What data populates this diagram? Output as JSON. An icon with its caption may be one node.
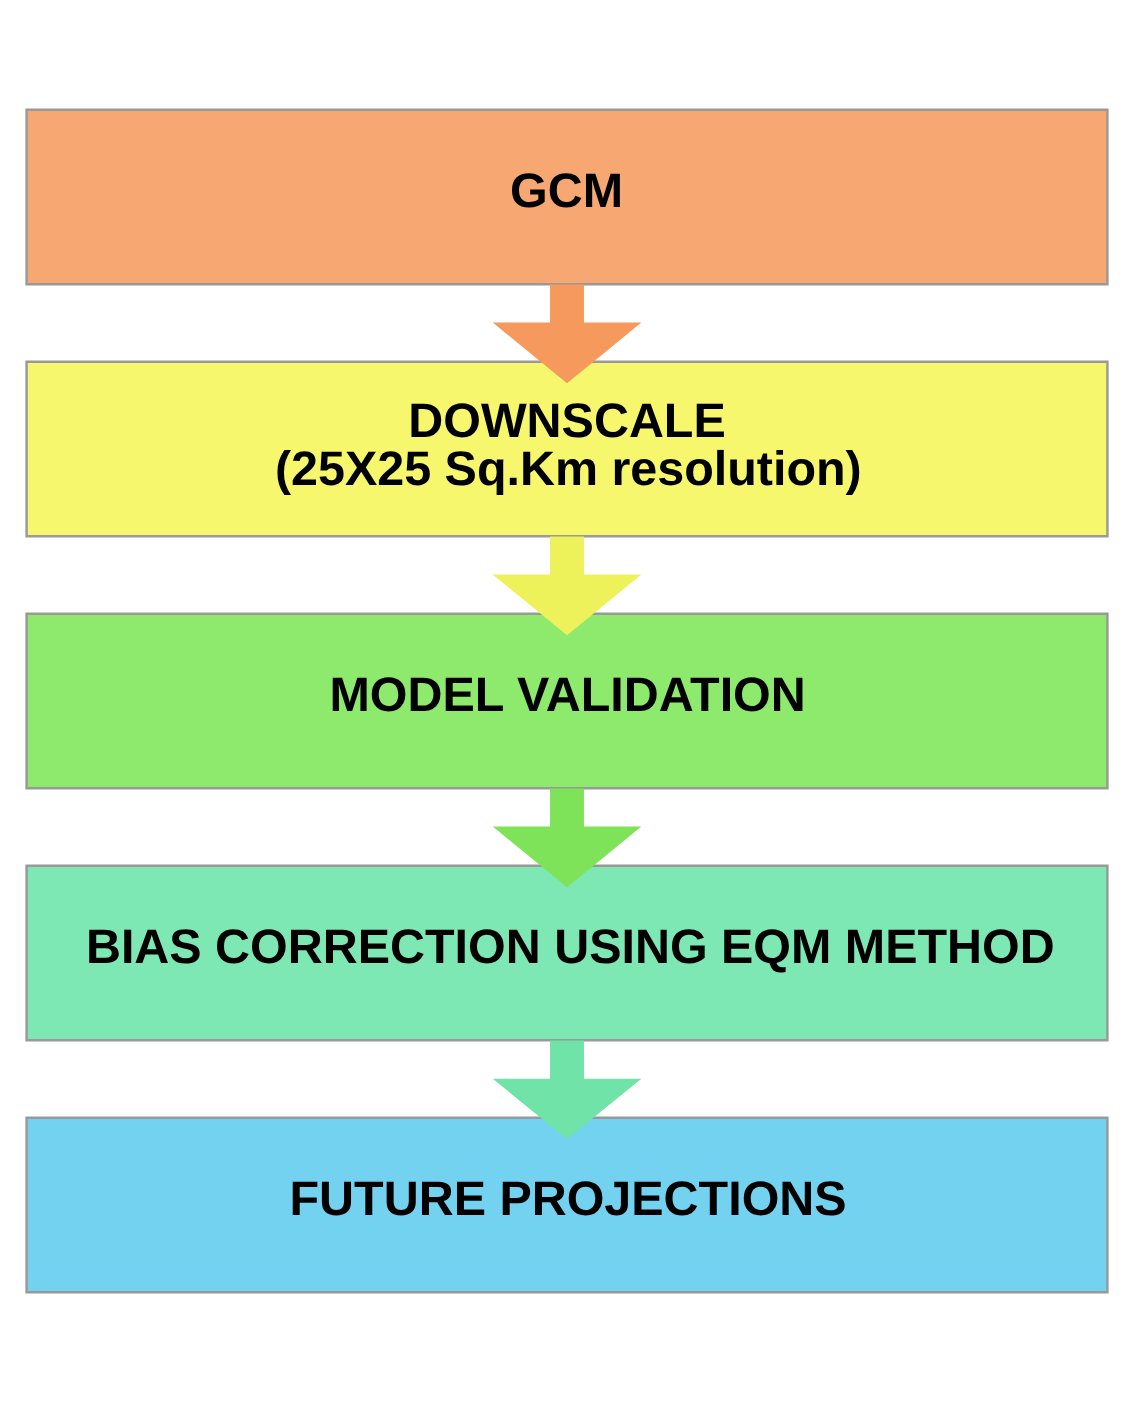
{
  "diagram": {
    "nodes": [
      {
        "text": [
          "GCM"
        ]
      },
      {
        "text": [
          "DOWNSCALE",
          "(25X25 Sq.Km resolution)"
        ]
      },
      {
        "text": [
          "MODEL VALIDATION"
        ]
      },
      {
        "text": [
          "BIAS CORRECTION USING EQM METHOD"
        ]
      },
      {
        "text": [
          "FUTURE PROJECTIONS"
        ]
      }
    ],
    "edges": [
      {
        "from": 0,
        "to": 1,
        "arrow": "to",
        "color": "#f59a5c"
      },
      {
        "from": 1,
        "to": 2,
        "arrow": "to",
        "color": "#eef25a"
      },
      {
        "from": 2,
        "to": 3,
        "arrow": "to",
        "color": "#7fe35a"
      },
      {
        "from": 3,
        "to": 4,
        "arrow": "to",
        "color": "#6fe3a8"
      }
    ]
  }
}
